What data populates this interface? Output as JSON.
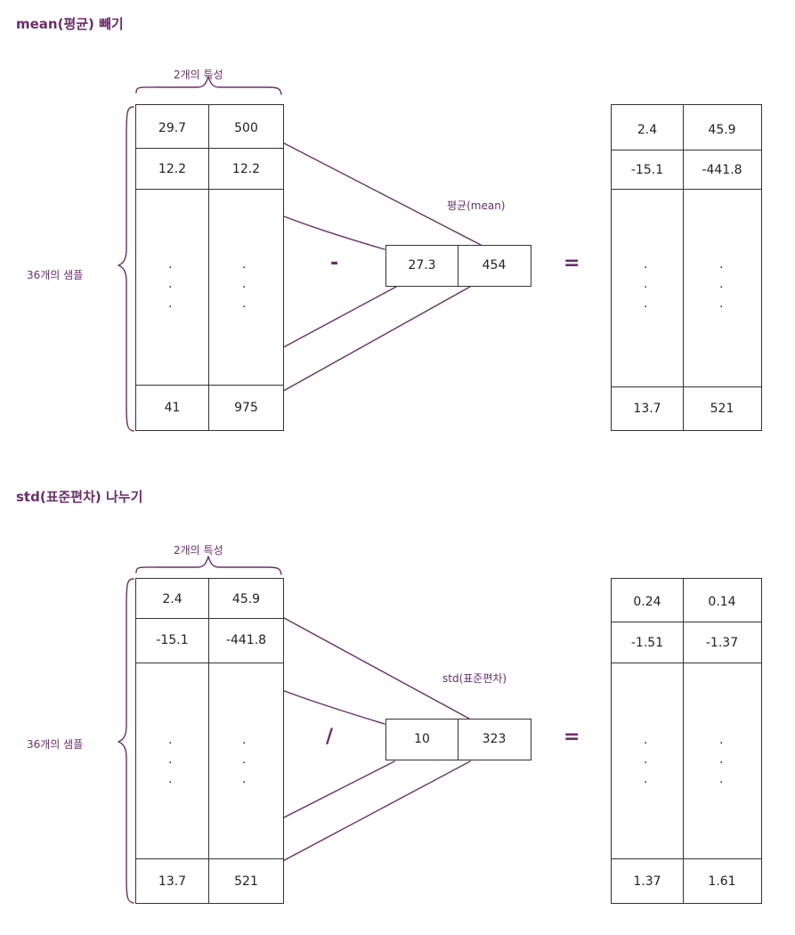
{
  "sections": [
    {
      "title": "mean(평균) 빼기",
      "features_label": "2개의 특성",
      "samples_label": "36개의 샘플",
      "operator": "-",
      "equals": "=",
      "vector_label": "평균(mean)",
      "vector": [
        "27.3",
        "454"
      ],
      "left_matrix": {
        "top_rows": [
          [
            "29.7",
            "500"
          ],
          [
            "12.2",
            "12.2"
          ]
        ],
        "bottom_row": [
          "41",
          "975"
        ]
      },
      "right_matrix": {
        "top_rows": [
          [
            "2.4",
            "45.9"
          ],
          [
            "-15.1",
            "-441.8"
          ]
        ],
        "bottom_row": [
          "13.7",
          "521"
        ]
      },
      "arrow_color": "#6b2d6b"
    },
    {
      "title": "std(표준편차) 나누기",
      "features_label": "2개의 특성",
      "samples_label": "36개의 샘플",
      "operator": "/",
      "equals": "=",
      "vector_label": "std(표준편차)",
      "vector": [
        "10",
        "323"
      ],
      "left_matrix": {
        "top_rows": [
          [
            "2.4",
            "45.9"
          ],
          [
            "-15.1",
            "-441.8"
          ]
        ],
        "bottom_row": [
          "13.7",
          "521"
        ]
      },
      "right_matrix": {
        "top_rows": [
          [
            "0.24",
            "0.14"
          ],
          [
            "-1.51",
            "-1.37"
          ]
        ],
        "bottom_row": [
          "1.37",
          "1.61"
        ]
      },
      "arrow_color": "#6b2d6b"
    }
  ]
}
